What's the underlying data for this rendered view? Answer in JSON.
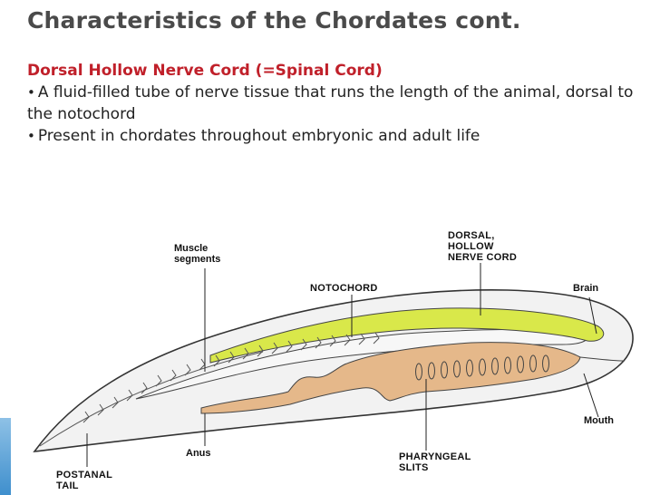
{
  "slide": {
    "title": "Characteristics of the Chordates cont.",
    "subhead": "Dorsal Hollow Nerve Cord (=Spinal Cord)",
    "bullets": [
      "A fluid-filled tube of nerve tissue that runs the length of the animal, dorsal to the notochord",
      "Present in chordates throughout embryonic and adult life"
    ]
  },
  "diagram": {
    "labels": {
      "muscle_segments": "Muscle\nsegments",
      "dorsal_hollow_nerve_cord": "DORSAL,\nHOLLOW\nNERVE CORD",
      "notochord": "NOTOCHORD",
      "brain": "Brain",
      "mouth": "Mouth",
      "anus": "Anus",
      "pharyngeal_slits": "PHARYNGEAL\nSLITS",
      "postanal_tail": "POSTANAL\nTAIL"
    },
    "colors": {
      "nerve_cord": "#d9e84a",
      "gut": "#e5b88a",
      "body_fill": "#f2f2f2",
      "outline": "#333333",
      "accent_bar": "#3f8fcd"
    }
  }
}
